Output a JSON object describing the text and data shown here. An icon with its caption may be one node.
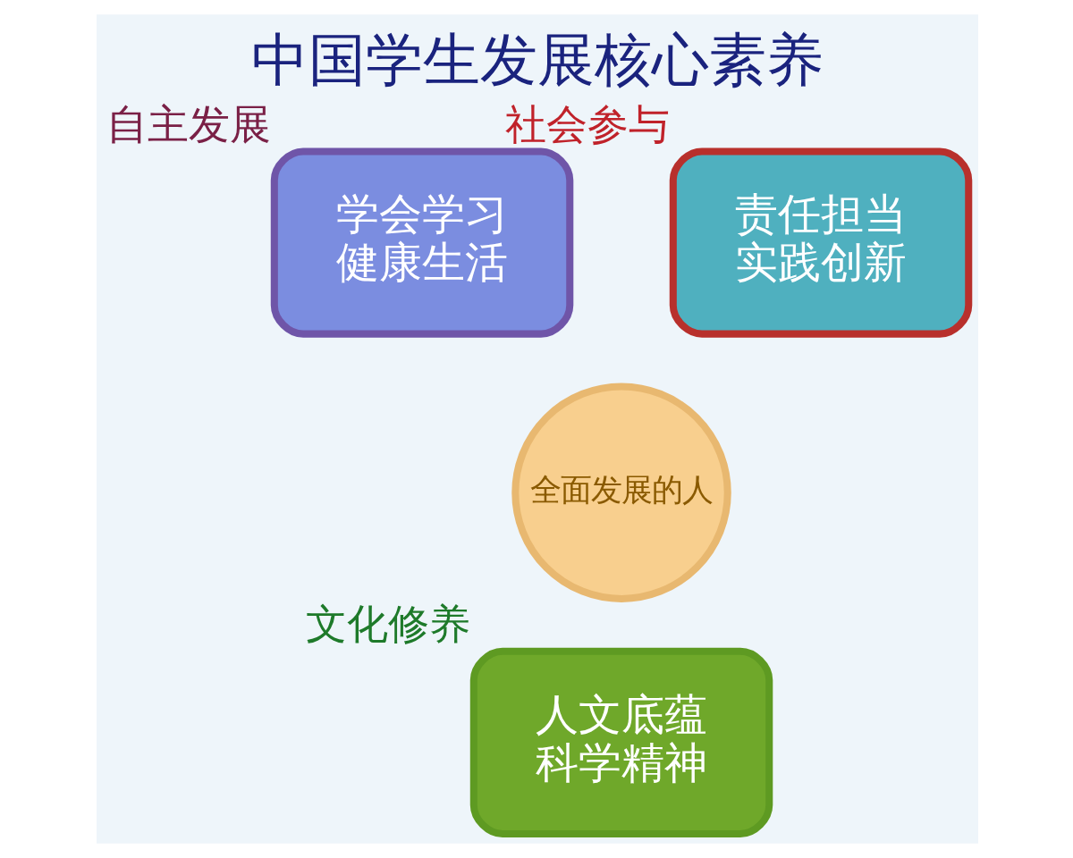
{
  "diagram": {
    "title": "中国学生发展核心素养",
    "nodes": [
      {
        "text": [
          "学会学习",
          "健康生活"
        ],
        "beside": [
          "自主发展"
        ]
      },
      {
        "text": [
          "责任担当",
          "实践创新"
        ],
        "beside": [
          "社会参与"
        ]
      },
      {
        "text": [
          "全面发展的人"
        ]
      },
      {
        "text": [
          "人文底蕴",
          "科学精神"
        ],
        "beside": [
          "文化修养"
        ]
      }
    ]
  }
}
